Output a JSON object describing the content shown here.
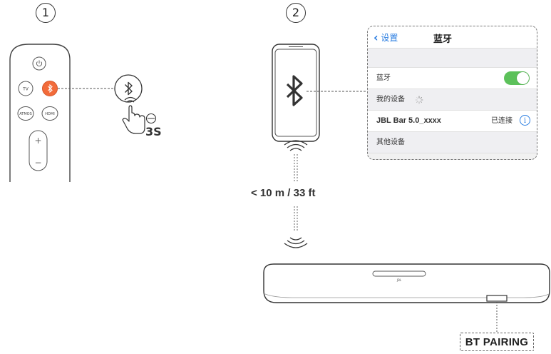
{
  "steps": {
    "step1": "1",
    "step2": "2"
  },
  "remote": {
    "buttons": {
      "tv": "TV",
      "atmos": "ATMOS",
      "hdmi": "HDMI",
      "plus": "+",
      "minus": "−"
    }
  },
  "hold": {
    "time_label": "3S"
  },
  "distance": {
    "label": "< 10 m / 33 ft"
  },
  "phone_panel": {
    "back_label": "设置",
    "title": "蓝牙",
    "bluetooth_row_label": "蓝牙",
    "bluetooth_on": true,
    "my_devices_label": "我的设备",
    "device_name": "JBL Bar 5.0_xxxx",
    "device_status": "已连接",
    "other_devices_label": "其他设备"
  },
  "soundbar": {
    "logo": "JBL"
  },
  "bt_pairing_label": "BT PAIRING",
  "colors": {
    "bluetooth_button": "#f26b3a",
    "toggle_on": "#5cc15a",
    "link_blue": "#2a7de1"
  }
}
